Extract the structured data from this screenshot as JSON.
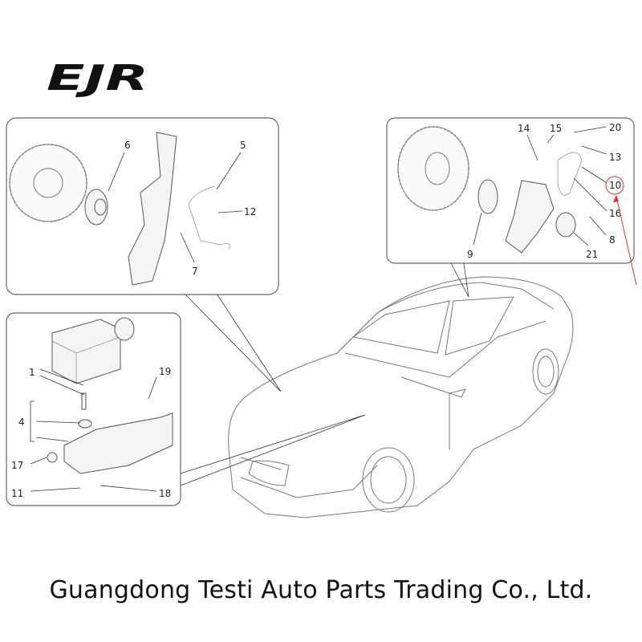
{
  "logo": {
    "text": "EJR"
  },
  "panels": {
    "front_wheel": {
      "labels": [
        "6",
        "5",
        "12",
        "7"
      ]
    },
    "rear_wheel": {
      "labels": [
        "14",
        "15",
        "20",
        "13",
        "10",
        "16",
        "8",
        "21",
        "9"
      ],
      "highlighted_label": "10"
    },
    "abs_unit": {
      "labels": [
        "1",
        "19",
        "4",
        "17",
        "11",
        "18"
      ]
    }
  },
  "colors": {
    "highlight": "#e03030"
  },
  "footer": {
    "company": "Guangdong Testi Auto Parts Trading Co., Ltd."
  }
}
